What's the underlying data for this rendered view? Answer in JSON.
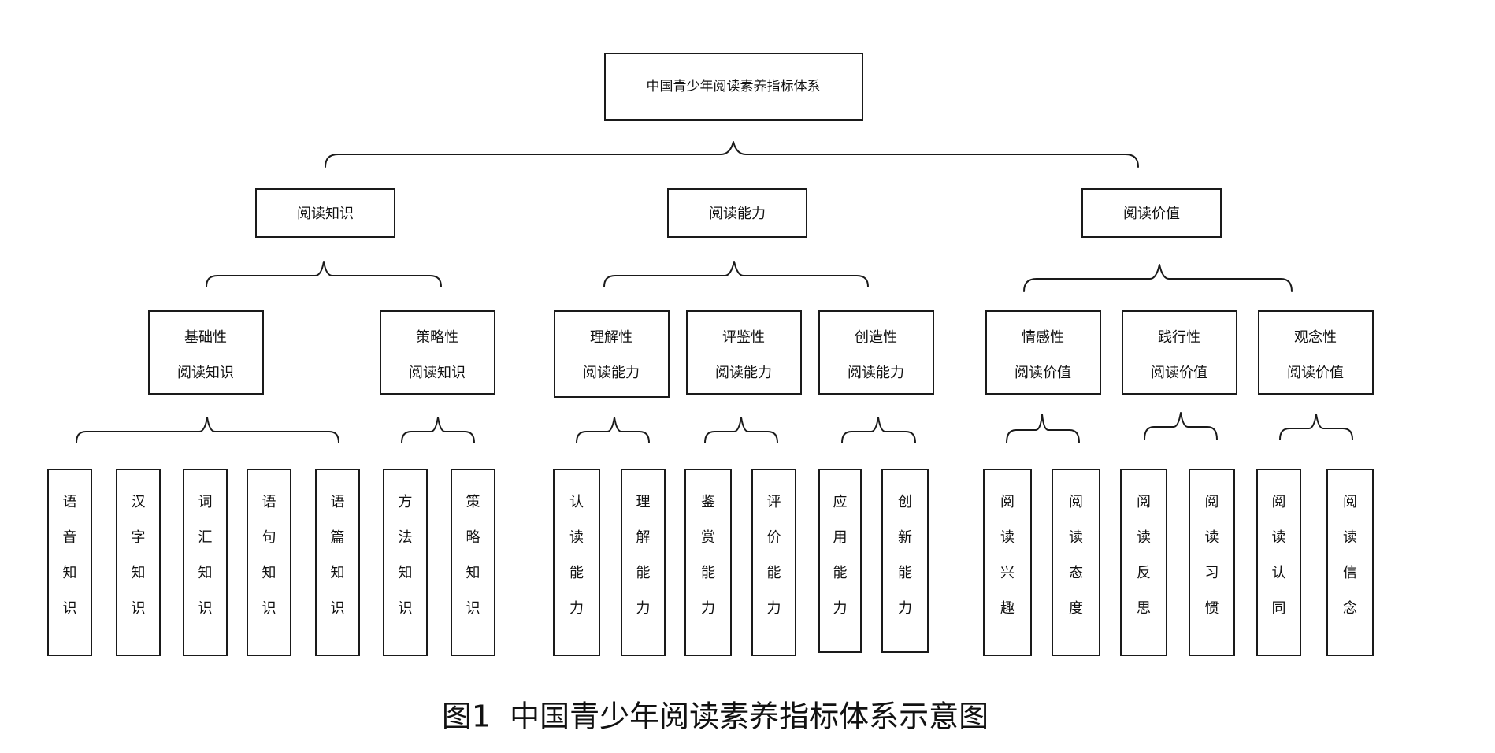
{
  "root": "中国青少年阅读素养指标体系",
  "level1": [
    "阅读知识",
    "阅读能力",
    "阅读价值"
  ],
  "level2": [
    [
      "基础性",
      "阅读知识"
    ],
    [
      "策略性",
      "阅读知识"
    ],
    [
      "理解性",
      "阅读能力"
    ],
    [
      "评鉴性",
      "阅读能力"
    ],
    [
      "创造性",
      "阅读能力"
    ],
    [
      "情感性",
      "阅读价值"
    ],
    [
      "践行性",
      "阅读价值"
    ],
    [
      "观念性",
      "阅读价值"
    ]
  ],
  "leaves": [
    "语音知识",
    "汉字知识",
    "词汇知识",
    "语句知识",
    "语篇知识",
    "方法知识",
    "策略知识",
    "认读能力",
    "理解能力",
    "鉴赏能力",
    "评价能力",
    "应用能力",
    "创新能力",
    "阅读兴趣",
    "阅读态度",
    "阅读反思",
    "阅读习惯",
    "阅读认同",
    "阅读信念"
  ],
  "caption": "图1  中国青少年阅读素养指标体系示意图"
}
